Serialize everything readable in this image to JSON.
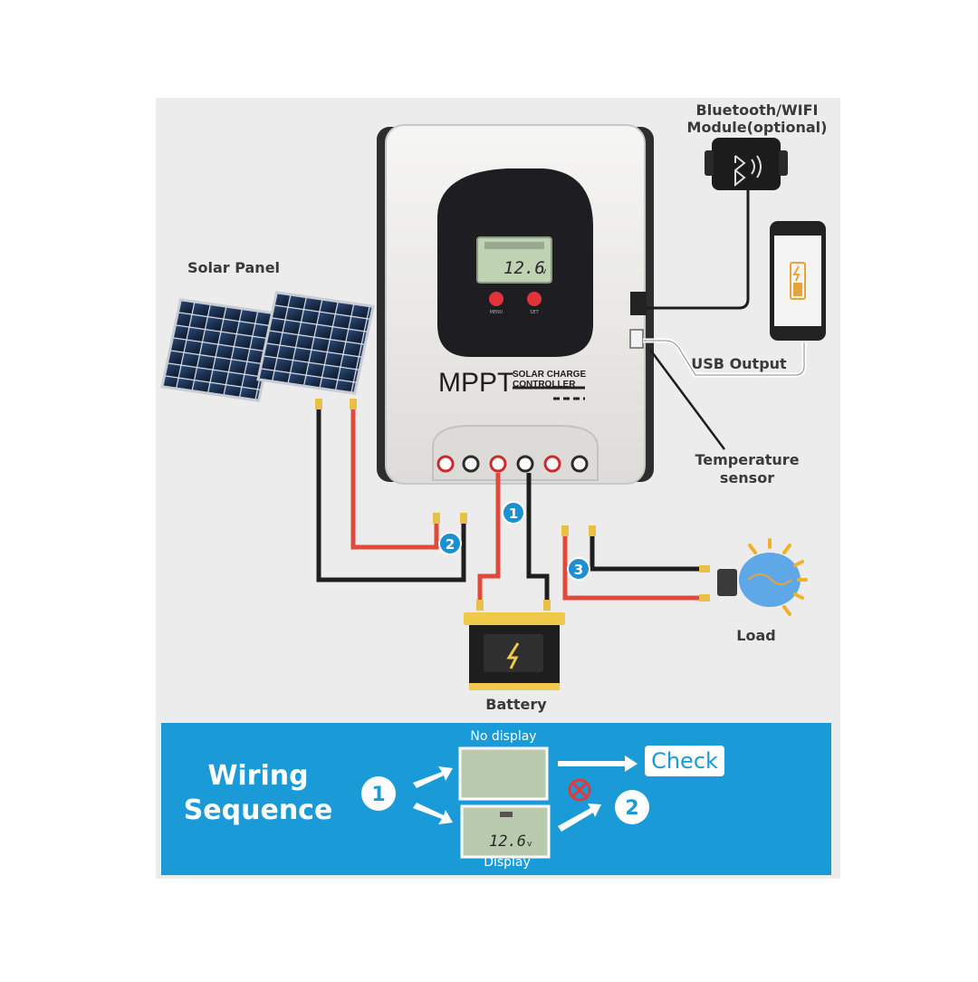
{
  "labels": {
    "bluetooth_line1": "Bluetooth/WIFI",
    "bluetooth_line2": "Module(optional)",
    "solar_panel": "Solar Panel",
    "usb_output": "USB Output",
    "temperature_line1": "Temperature",
    "temperature_line2": "sensor",
    "load": "Load",
    "battery": "Battery"
  },
  "controller": {
    "brand": "MPPT",
    "subtitle_line1": "SOLAR CHARGE",
    "subtitle_line2": "CONTROLLER",
    "lcd_value": "12.6",
    "lcd_unit": "v",
    "button_left": "MENU",
    "button_right": "SET"
  },
  "steps": {
    "step1": "1",
    "step2": "2",
    "step3": "3"
  },
  "sequence": {
    "title_line1": "Wiring",
    "title_line2": "Sequence",
    "step_a": "1",
    "step_b": "2",
    "no_display": "No display",
    "display": "Display",
    "check": "Check",
    "lcd_value": "12.6",
    "lcd_unit": "v"
  },
  "colors": {
    "panel_background": "#ececec",
    "banner_blue": "#1a9ad6",
    "wire_red": "#e04a3a",
    "wire_black": "#1e1e1e",
    "step_badge": "#1e8fd0",
    "lcd_green": "#bfd3b2"
  }
}
